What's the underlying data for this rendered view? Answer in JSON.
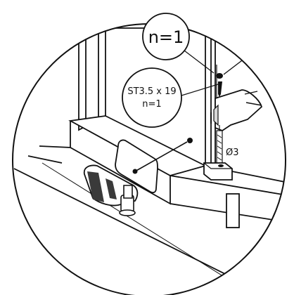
{
  "callouts": {
    "quantity_top": "n=1",
    "screw_spec": "ST3.5 x 19",
    "screw_quantity": "n=1",
    "drill_bit": "Ø3"
  },
  "colors": {
    "ink": "#111111",
    "paper": "#ffffff",
    "shade": "#d9d9d9",
    "dark": "#3a3a3a"
  }
}
